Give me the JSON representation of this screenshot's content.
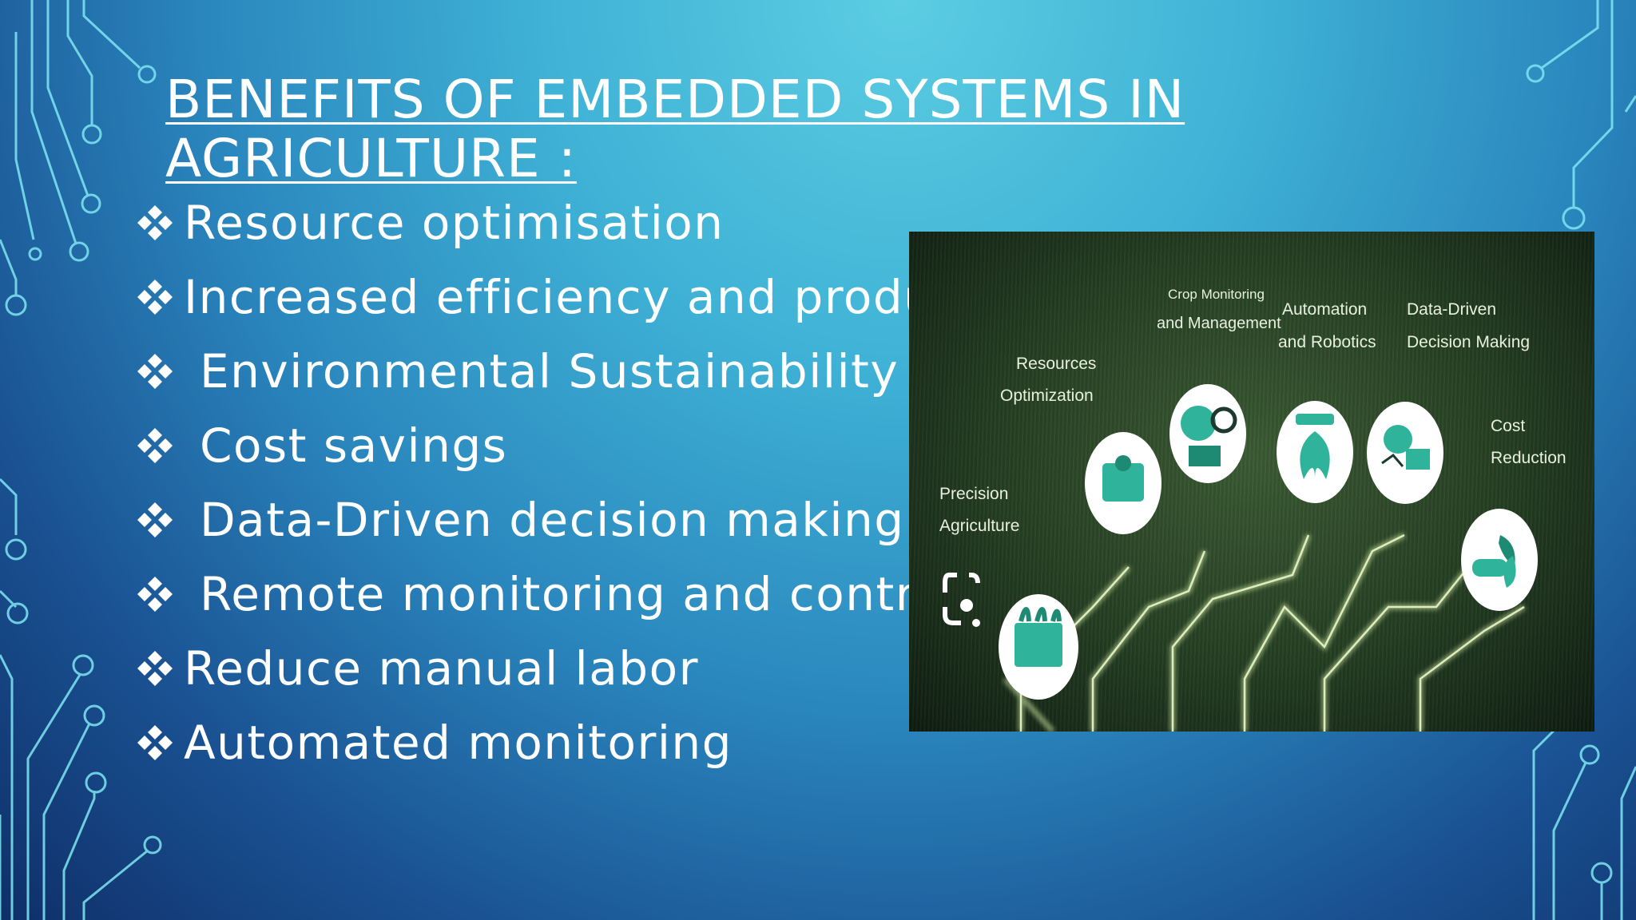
{
  "slide": {
    "title": "BENEFITS OF EMBEDDED SYSTEMS IN AGRICULTURE :",
    "bullets": [
      "Resource optimisation",
      "Increased efficiency and productivity",
      "Environmental Sustainability",
      "Cost savings",
      "Data-Driven decision making",
      "Remote monitoring and control",
      "Reduce manual labor",
      "Automated monitoring"
    ]
  },
  "image": {
    "labels": {
      "precision": [
        "Precision",
        "Agriculture"
      ],
      "resources": [
        "Resources",
        "Optimization"
      ],
      "crop": [
        "Crop Monitoring",
        "and Management"
      ],
      "automation": [
        "Automation",
        "and Robotics"
      ],
      "data": [
        "Data-Driven",
        "Decision Making"
      ],
      "cost": [
        "Cost",
        "Reduction"
      ]
    }
  },
  "colors": {
    "accent": "#6fe0ea",
    "bullet_text": "#ffffff",
    "circuit_line": "#7fe6f2",
    "icon_teal": "#2fb39a",
    "photo_glow": "#d8f0a8"
  }
}
